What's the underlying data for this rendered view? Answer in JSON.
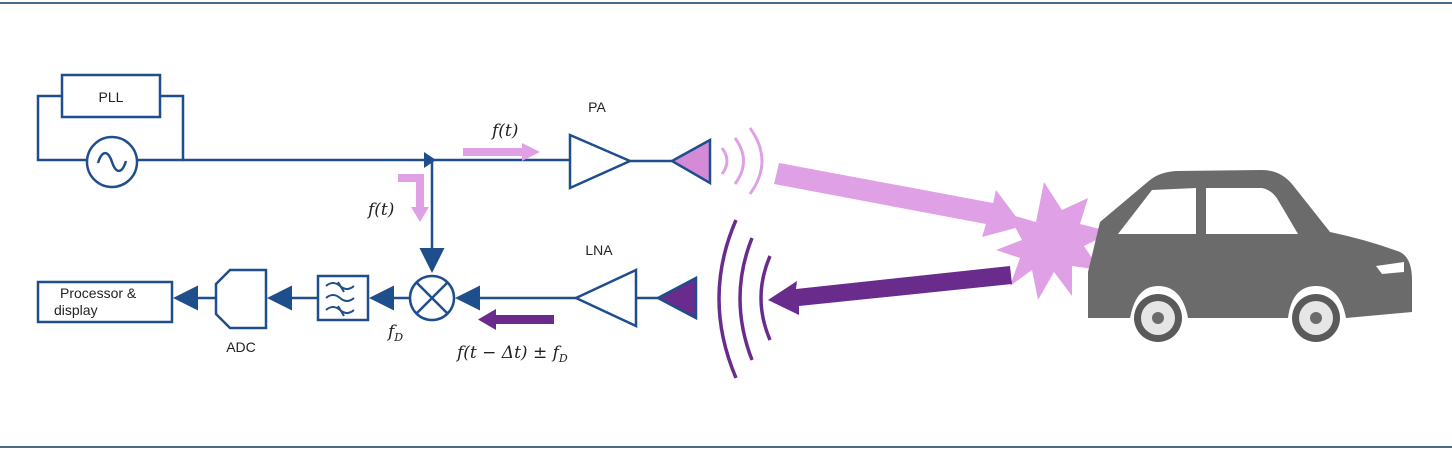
{
  "colors": {
    "line": "#1f4e8c",
    "tx_signal": "#e0a0e6",
    "rx_signal": "#6a2c8c",
    "car": "#6b6b6b",
    "rule": "#4a6a8a"
  },
  "labels": {
    "pll": "PLL",
    "pa": "PA",
    "lna": "LNA",
    "adc": "ADC",
    "processor_line1": "Processor &",
    "processor_line2": "display",
    "ft_tx": "f(t)",
    "ft_mixer": "f(t)",
    "fd": "f",
    "fd_sub": "D",
    "rx_expr": "f(t − Δt) ± f",
    "rx_expr_sub": "D"
  },
  "icons": {
    "oscillator": "sine-wave-icon",
    "filter": "bandpass-filter-icon",
    "mixer": "mixer-cross-icon",
    "target": "car-icon",
    "reflection": "burst-icon"
  }
}
